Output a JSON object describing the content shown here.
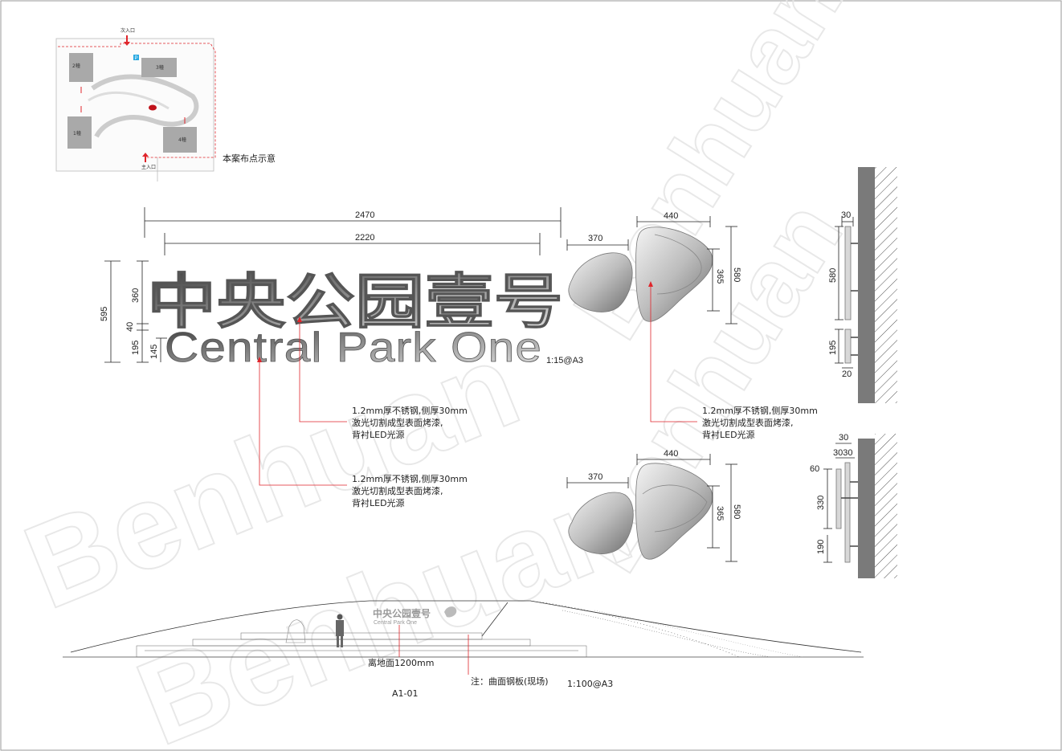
{
  "site_plan": {
    "caption": "本案布点示意",
    "buildings": [
      "2幢",
      "3幢",
      "1幢",
      "4幢"
    ],
    "entrance_top": "次入口",
    "entrance_bottom": "主入口",
    "parking_mark": "P"
  },
  "sign": {
    "title_zh": "中央公园壹号",
    "title_en": "Central Park One",
    "scale": "1:15@A3"
  },
  "dimensions": {
    "overall_width": "2470",
    "text_width": "2220",
    "overall_height": "595",
    "zh_height": "360",
    "gap": "40",
    "en_height": "195",
    "en_cap": "145",
    "logo_left_width": "370",
    "logo_right_width": "440",
    "logo_inner": "365",
    "logo_height": "580",
    "side_top_offset": "30",
    "side_top_height": "580",
    "side_bottom_height": "195",
    "side_bottom_offset": "20",
    "b_logo_left_width": "370",
    "b_logo_right_width": "440",
    "b_logo_inner": "365",
    "b_logo_height": "580",
    "b_side_top": "30",
    "b_side_mid": "3030",
    "b_side_60": "60",
    "b_side_330": "330",
    "b_side_190": "190"
  },
  "notes": {
    "note1": [
      "1.2mm厚不锈钢,侧厚30mm",
      "激光切割成型表面烤漆,",
      "背衬LED光源"
    ],
    "note2": [
      "1.2mm厚不锈钢,侧厚30mm",
      "激光切割成型表面烤漆,",
      "背衬LED光源"
    ],
    "note3": [
      "1.2mm厚不锈钢,侧厚30mm",
      "激光切割成型表面烤漆,",
      "背衬LED光源"
    ]
  },
  "elevation": {
    "height_note": "离地面1200mm",
    "surface_note": "注：曲面钢板(现场)",
    "scale": "1:100@A3",
    "drawing_id": "A1-01",
    "mini_zh": "中央公园壹号",
    "mini_en": "Central Park One"
  },
  "watermark": {
    "text": "Benhuan"
  },
  "colors": {
    "leader": "#e0252b",
    "wall": "#7a7a7a",
    "dim_line": "#222222"
  }
}
